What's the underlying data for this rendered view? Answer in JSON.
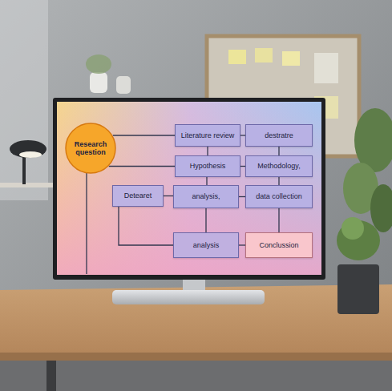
{
  "diagram": {
    "nodes": [
      {
        "text": [
          "Research question"
        ]
      },
      {
        "text": [
          "Literature review"
        ]
      },
      {
        "text": [
          "destratre"
        ]
      },
      {
        "text": [
          "Hypothesis"
        ]
      },
      {
        "text": [
          "Methodology,"
        ]
      },
      {
        "text": [
          "Detearet"
        ]
      },
      {
        "text": [
          "analysis,"
        ]
      },
      {
        "text": [
          "data collection"
        ]
      },
      {
        "text": [
          "analysis"
        ]
      },
      {
        "text": [
          "Conclussion"
        ]
      }
    ],
    "edges": [
      {
        "from": 0,
        "to": 1,
        "arrow": "none"
      },
      {
        "from": 0,
        "to": 3,
        "arrow": "none"
      },
      {
        "from": 1,
        "to": 2,
        "arrow": "none"
      },
      {
        "from": 1,
        "to": 3,
        "arrow": "none"
      },
      {
        "from": 2,
        "to": 4,
        "arrow": "none"
      },
      {
        "from": 3,
        "to": 4,
        "arrow": "none"
      },
      {
        "from": 3,
        "to": 6,
        "arrow": "none"
      },
      {
        "from": 4,
        "to": 7,
        "arrow": "none"
      },
      {
        "from": 5,
        "to": 6,
        "arrow": "none"
      },
      {
        "from": 6,
        "to": 7,
        "arrow": "none"
      },
      {
        "from": 6,
        "to": 8,
        "arrow": "none"
      },
      {
        "from": 7,
        "to": 9,
        "arrow": "none"
      },
      {
        "from": 8,
        "to": 9,
        "arrow": "none"
      },
      {
        "from": 5,
        "to": 8,
        "arrow": "none"
      }
    ]
  }
}
